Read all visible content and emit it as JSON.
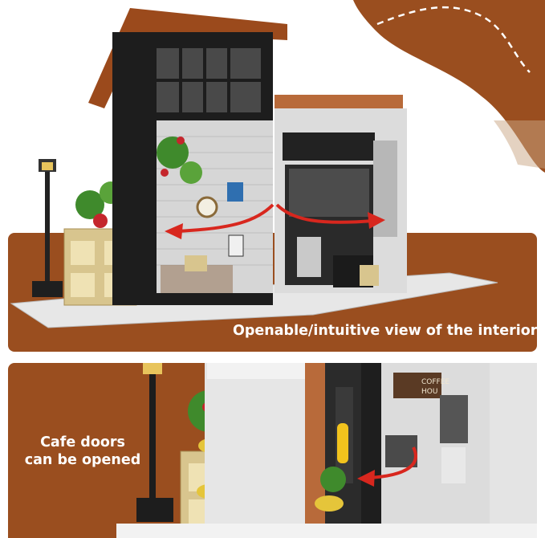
{
  "captions": {
    "interior_view": "Openable/intuitive view of the interior",
    "doors_line1": "Cafe doors",
    "doors_line2": "can be opened"
  },
  "sign": {
    "line1": "COFFEE",
    "line2": "HOU"
  },
  "colors": {
    "brand_brown": "#9a4e1f",
    "swoosh_brown": "#9a4e1f",
    "arrow_red": "#d8271e",
    "text": "#ffffff"
  }
}
